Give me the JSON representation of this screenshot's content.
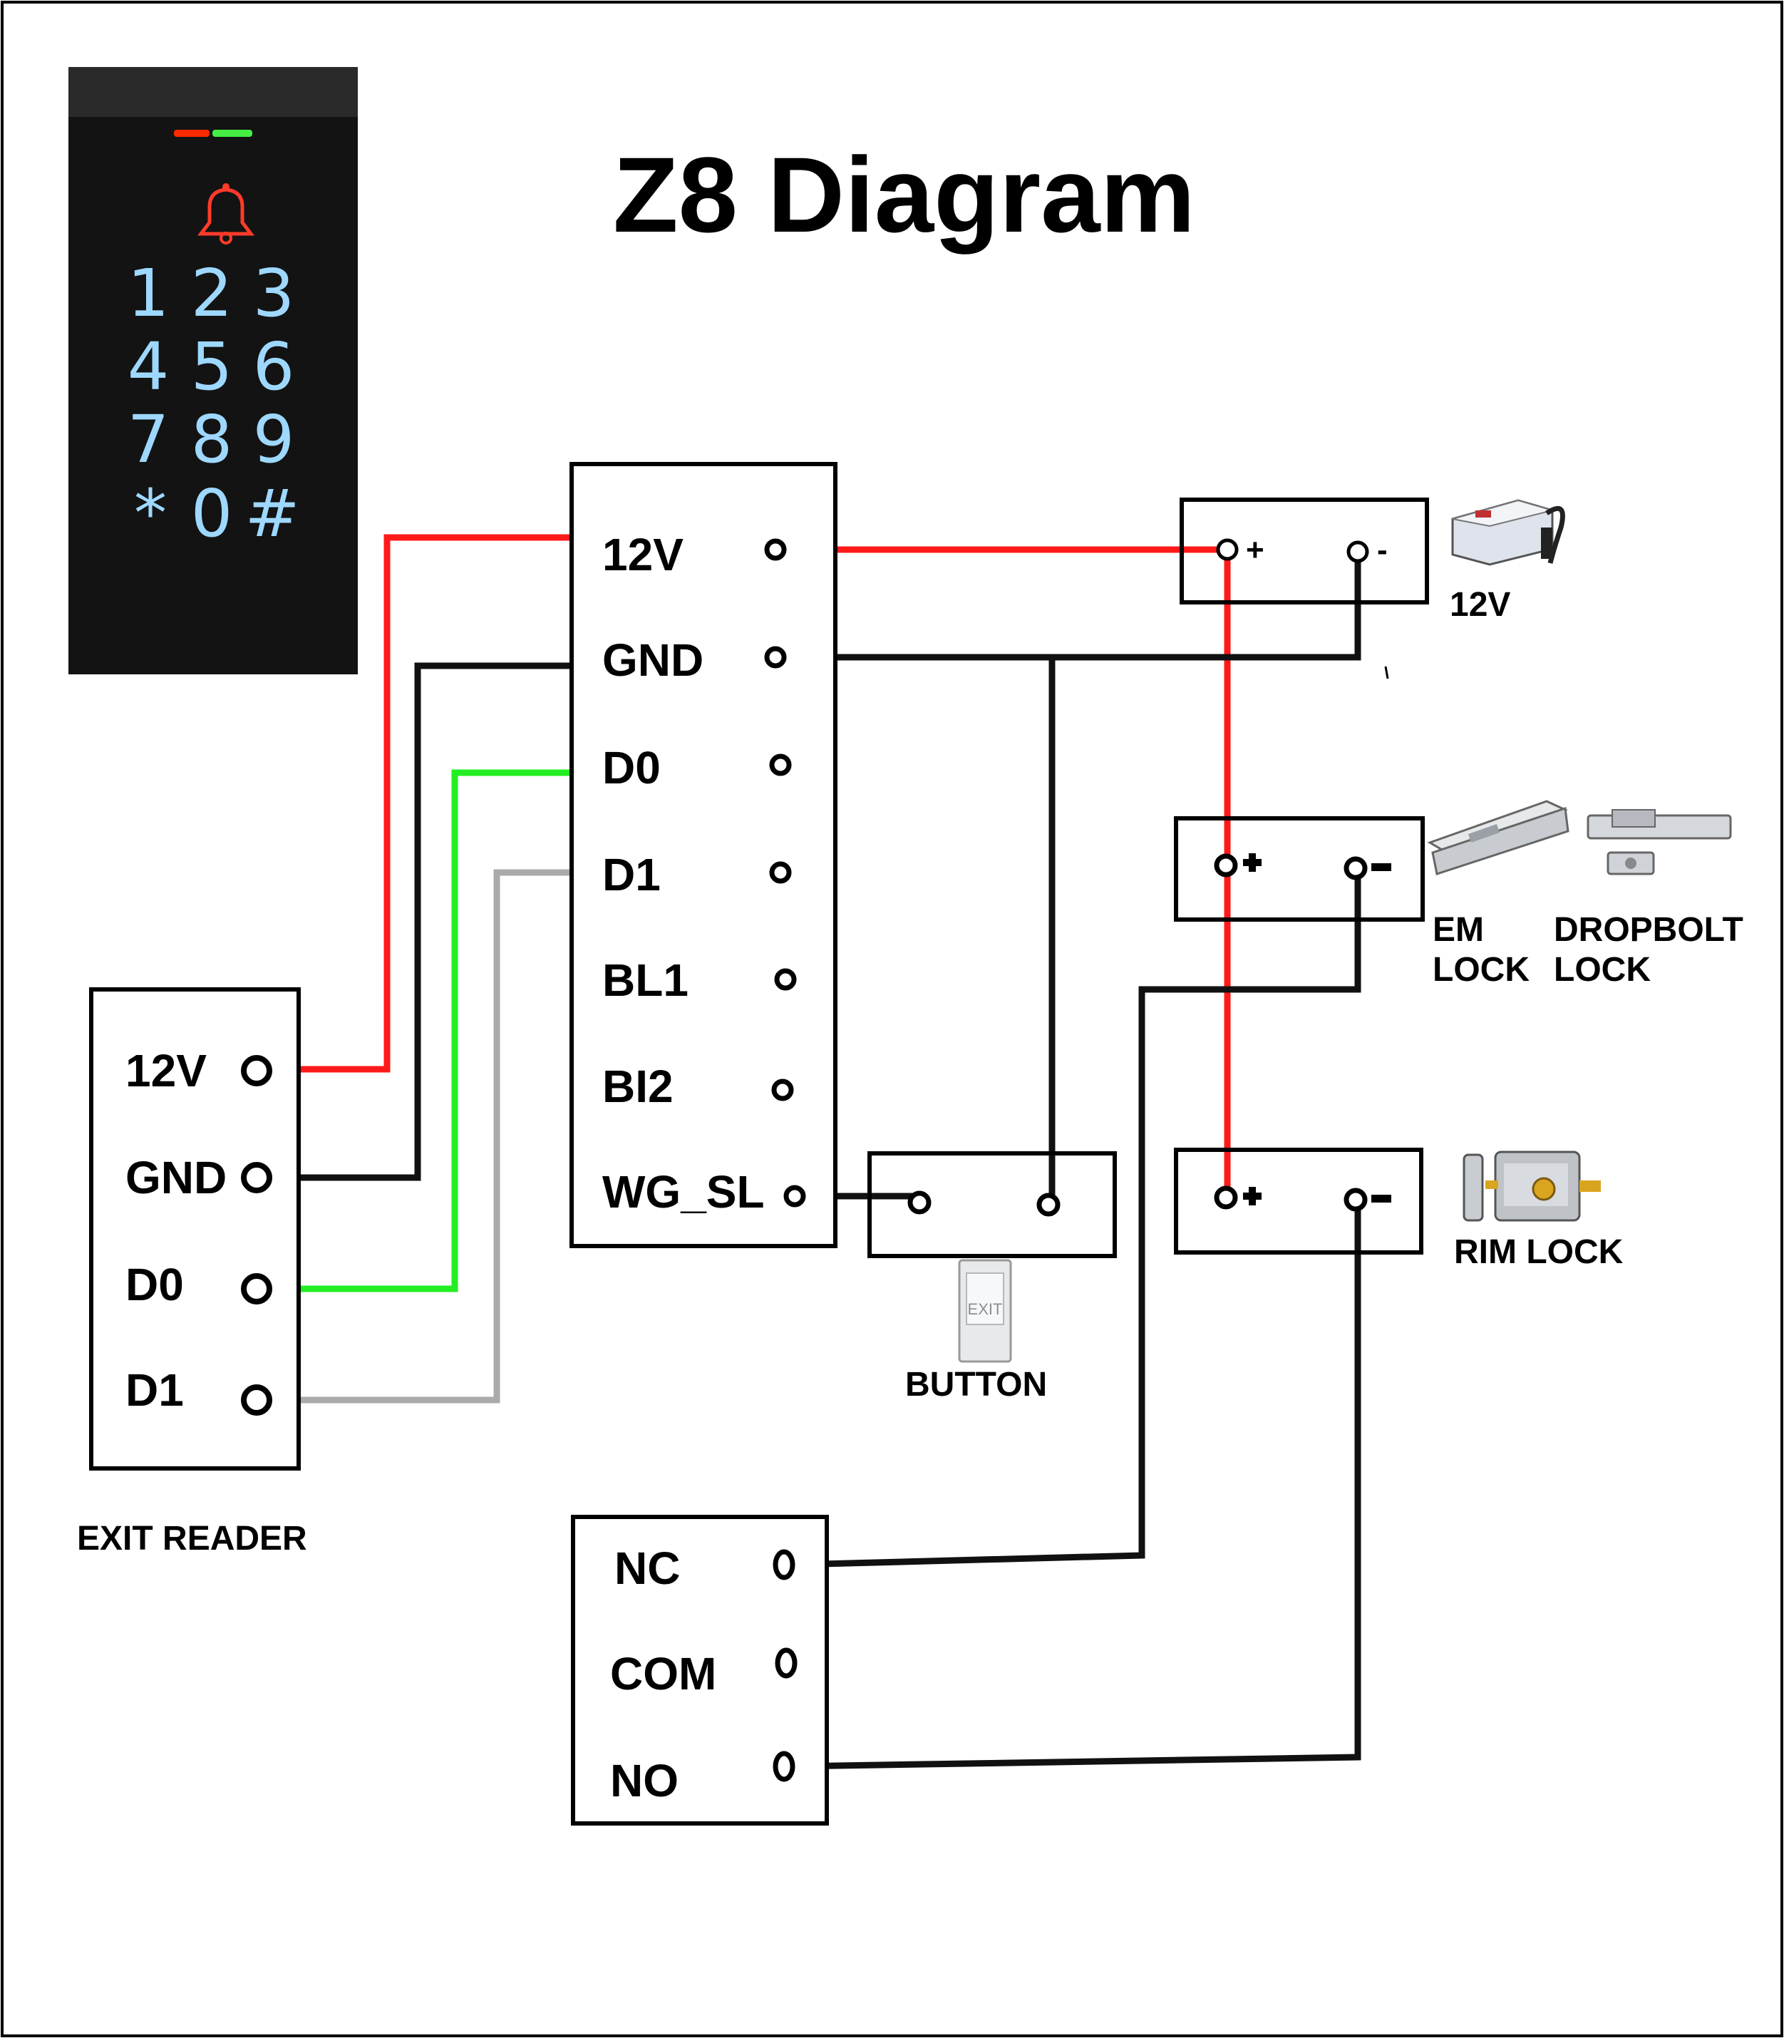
{
  "title": "Z8 Diagram",
  "keypad": {
    "keys": [
      "1",
      "2",
      "3",
      "4",
      "5",
      "6",
      "7",
      "8",
      "9",
      "*",
      "0",
      "#"
    ],
    "bell_icon": "bell-icon",
    "colors": {
      "body": "#111111",
      "key_glow": "#9ed8ff",
      "led_red": "#ff2a00",
      "led_green": "#44ee44"
    }
  },
  "controller": {
    "terminals": [
      "12V",
      "GND",
      "D0",
      "D1",
      "BL1",
      "BI2",
      "WG_SL"
    ]
  },
  "exit_reader": {
    "terminals": [
      "12V",
      "GND",
      "D0",
      "D1"
    ],
    "caption": "EXIT READER"
  },
  "relay": {
    "terminals": [
      "NC",
      "COM",
      "NO"
    ]
  },
  "power_supply": {
    "plus": "+",
    "minus": "-",
    "caption": "12V"
  },
  "em_lock": {
    "caption_line1": "EM",
    "caption_line2": "LOCK"
  },
  "dropbolt_lock": {
    "caption_line1": "DROPBOLT",
    "caption_line2": "LOCK"
  },
  "rim_lock": {
    "caption": "RIM LOCK"
  },
  "button": {
    "caption": "BUTTON",
    "plate_text": "EXIT"
  },
  "wire_colors": {
    "power_12v": "#ff1a1a",
    "ground": "#111111",
    "d0": "#22ee22",
    "d1": "#aaaaaa",
    "lock_wire": "#111111"
  }
}
